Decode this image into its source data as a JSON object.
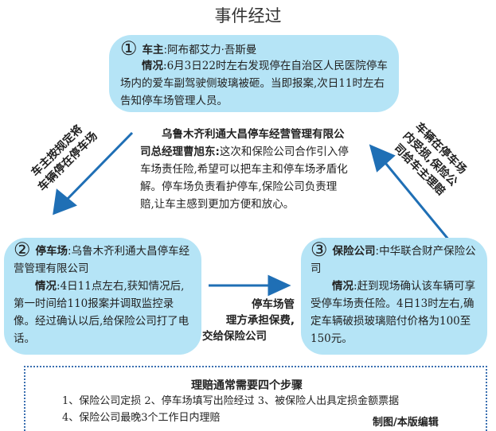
{
  "title": "事件经过",
  "box1": {
    "num": "①",
    "role": "车主",
    "name": "阿布都艾力·吾斯曼",
    "label": "情况",
    "text": "6月3日22时左右发现停在自治区人民医院停车场内的爱车副驾驶侧玻璃被砸。当即报案,次日11时左右告知停车场管理人员。"
  },
  "box2": {
    "num": "②",
    "role": "停车场",
    "name": "乌鲁木齐利通大昌停车经营管理有限公司",
    "label": "情况",
    "text": "4日11点左右,获知情况后,第一时间给110报案并调取监控录像。经过确认以后,给保险公司打了电话。"
  },
  "box3": {
    "num": "③",
    "role": "保险公司",
    "name": "中华联合财产保险公司",
    "label": "情况",
    "text": "赶到现场确认该车辆可享受停车场责任险。4日13时左右,确定车辆破损玻璃赔付价格为100至150元。"
  },
  "quote": {
    "speaker": "乌鲁木齐利通大昌停车经营管理有限公司总经理曹旭东",
    "text": "这次和保险公司合作引入停车场责任险,希望可以把车主和停车场矛盾化解。停车场负责看护停车,保险公司负责理赔,让车主感到更加方便和放心。"
  },
  "arrows": {
    "left": [
      "车主按规定将",
      "车辆停在停车场"
    ],
    "right": [
      "车辆在停车场",
      "内受损,保险公",
      "司给车主理赔"
    ],
    "middle": [
      "停车场管",
      "理方承担保费,",
      "交给保险公司"
    ]
  },
  "steps": {
    "title": "理赔通常需要四个步骤",
    "line1": "1、保险公司定损 2、停车场填写出险经过 3、被保险人出具定损金额票据",
    "line2": "4、保险公司最晚3个工作日内理赔",
    "credit": "制图/本版编辑"
  },
  "colors": {
    "box": "#b5e4f6",
    "arrow": "#1f6fb5"
  }
}
